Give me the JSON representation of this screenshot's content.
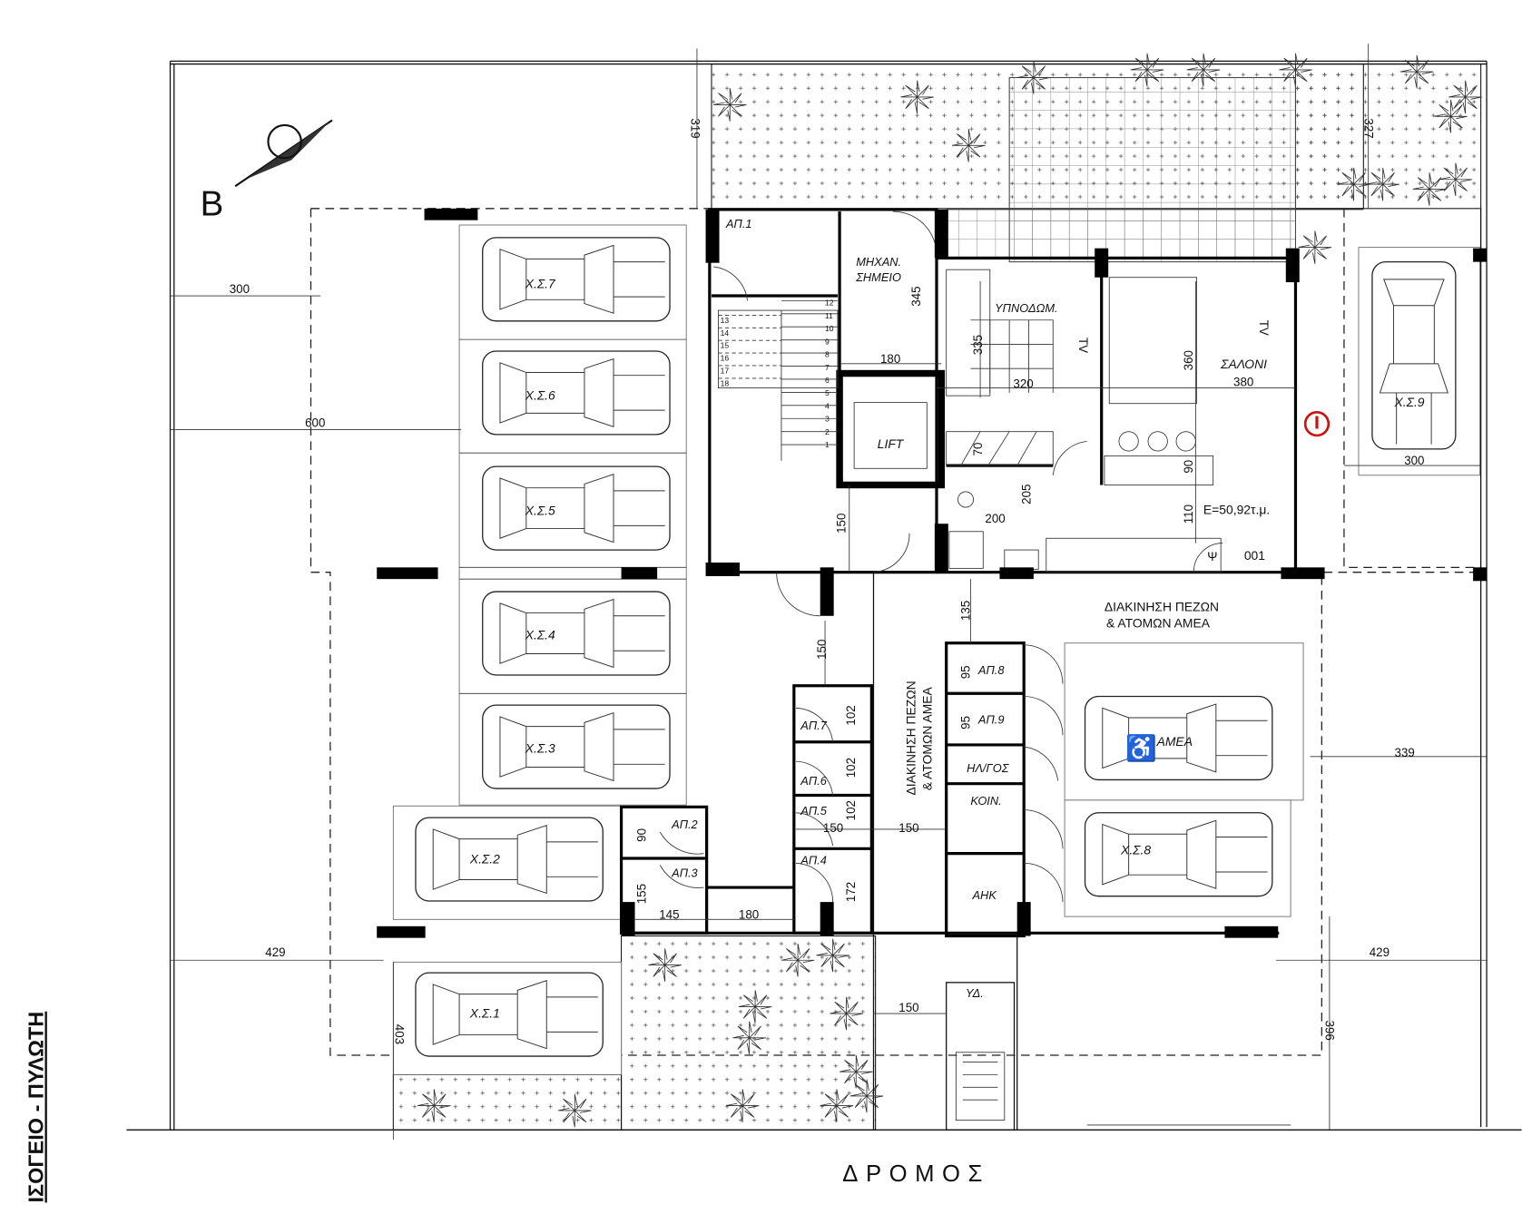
{
  "drawing": {
    "title": "ΙΣΟΓΕΙΟ - ΠΥΛΩΤΗ",
    "road": "ΔΡΟΜΟΣ",
    "north": "B"
  },
  "rooms": {
    "ap1": "ΑΠ.1",
    "mech1": "ΜΗΧΑΝ.",
    "mech2": "ΣΗΜΕΙΟ",
    "bedroom": "ΥΠΝΟΔΩΜ.",
    "living": "ΣΑΛΟΝΙ",
    "lift": "LIFT",
    "area": "Ε=50,92τ.μ.",
    "apt_no": "001",
    "tv1": "TV",
    "tv2": "TV",
    "psi": "Ψ",
    "walk1": "ΔΙΑΚΙΝΗΣΗ ΠΕΖΩΝ",
    "walk2": "& ΑΤΟΜΩΝ ΑΜΕΑ",
    "ap2": "ΑΠ.2",
    "ap3": "ΑΠ.3",
    "ap4": "ΑΠ.4",
    "ap5": "ΑΠ.5",
    "ap6": "ΑΠ.6",
    "ap7": "ΑΠ.7",
    "ap8": "ΑΠ.8",
    "ap9": "ΑΠ.9",
    "elec": "ΗΛ/ΓΟΣ",
    "common": "ΚΟΙΝ.",
    "ahk": "ΑΗΚ",
    "water": "ΥΔ."
  },
  "parking": [
    "Χ.Σ.7",
    "Χ.Σ.6",
    "Χ.Σ.5",
    "Χ.Σ.4",
    "Χ.Σ.3",
    "Χ.Σ.2",
    "Χ.Σ.1",
    "Χ.Σ.9",
    "ΑΜΕΑ",
    "Χ.Σ.8"
  ],
  "dimensions": [
    "319",
    "327",
    "300",
    "600",
    "345",
    "180",
    "335",
    "320",
    "360",
    "380",
    "70",
    "90",
    "205",
    "200",
    "110",
    "150",
    "135",
    "150",
    "95",
    "95",
    "102",
    "102",
    "102",
    "150",
    "150",
    "90",
    "155",
    "145",
    "180",
    "172",
    "300",
    "339",
    "429",
    "429",
    "403",
    "396",
    "150",
    "12",
    "13",
    "11",
    "14",
    "10",
    "15",
    "9",
    "16",
    "8",
    "17",
    "7",
    "18",
    "6",
    "5",
    "4",
    "3",
    "2",
    "1"
  ],
  "colors": {
    "line": "#111111",
    "fire_marker": "#cc1111"
  }
}
